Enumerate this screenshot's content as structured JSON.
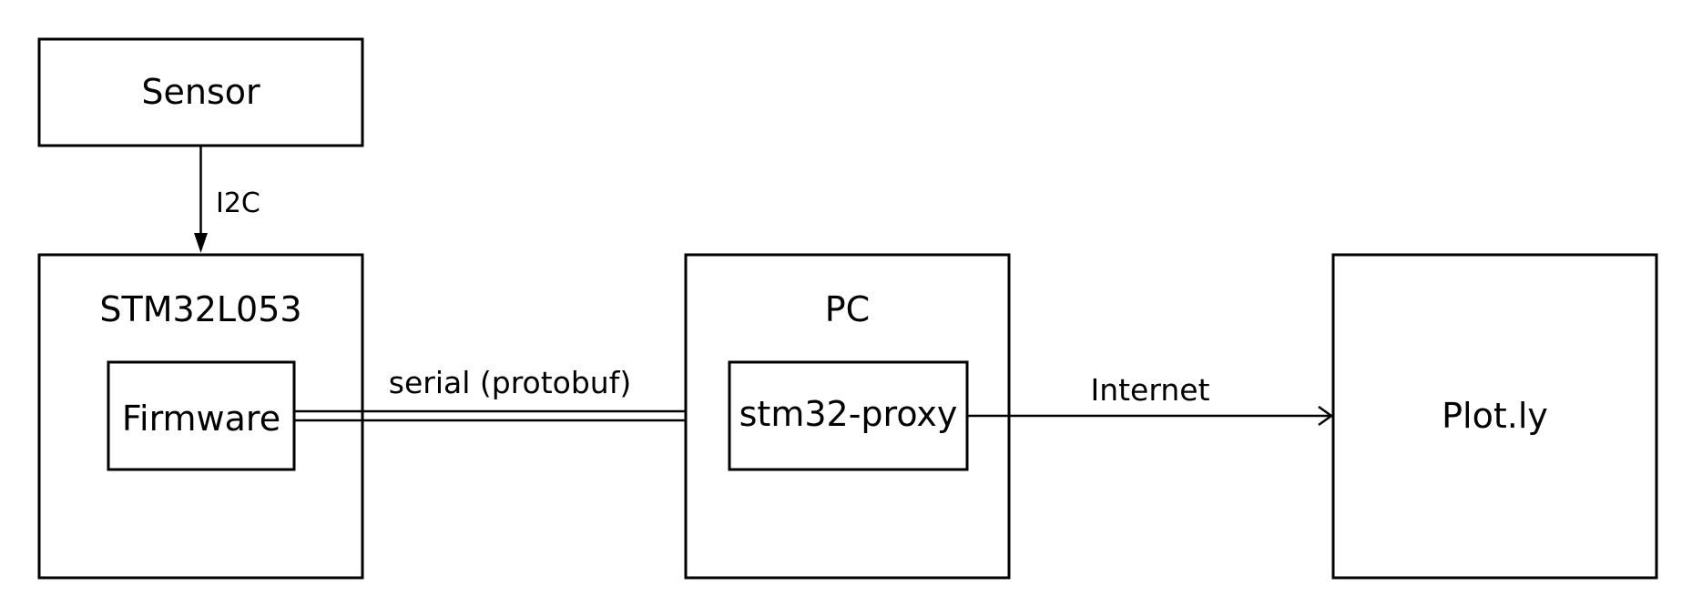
{
  "nodes": {
    "sensor": "Sensor",
    "stm32": "STM32L053",
    "firmware": "Firmware",
    "pc": "PC",
    "proxy": "stm32-proxy",
    "plotly": "Plot.ly"
  },
  "edges": {
    "i2c": "I2C",
    "serial": "serial (protobuf)",
    "internet": "Internet"
  },
  "colors": {
    "stroke": "#000000",
    "fill": "#ffffff"
  }
}
